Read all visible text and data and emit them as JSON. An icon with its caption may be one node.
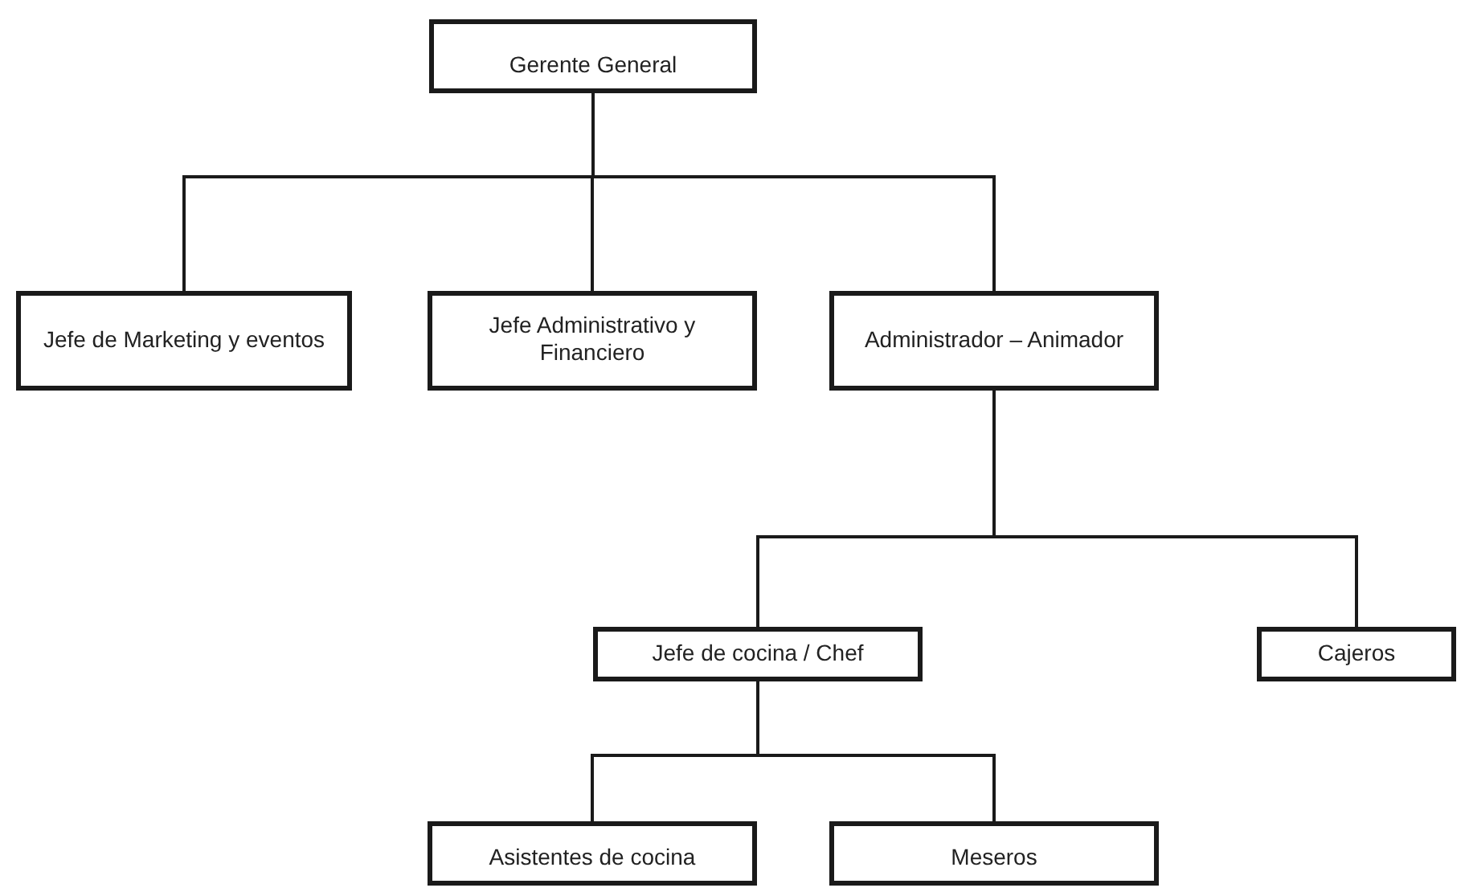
{
  "diagram": {
    "nodes": [
      {
        "text": [
          "Gerente General"
        ]
      },
      {
        "text": [
          "Jefe de Marketing y eventos"
        ]
      },
      {
        "text": [
          "Jefe Administrativo y Financiero"
        ]
      },
      {
        "text": [
          "Administrador – Animador"
        ]
      },
      {
        "text": [
          "Jefe de cocina / Chef"
        ]
      },
      {
        "text": [
          "Cajeros"
        ]
      },
      {
        "text": [
          "Asistentes de cocina"
        ]
      },
      {
        "text": [
          "Meseros"
        ]
      }
    ],
    "edges": [
      {
        "from": 0,
        "to": 1,
        "arrow": "none"
      },
      {
        "from": 0,
        "to": 2,
        "arrow": "none"
      },
      {
        "from": 0,
        "to": 3,
        "arrow": "none"
      },
      {
        "from": 3,
        "to": 4,
        "arrow": "none"
      },
      {
        "from": 3,
        "to": 5,
        "arrow": "none"
      },
      {
        "from": 4,
        "to": 6,
        "arrow": "none"
      },
      {
        "from": 4,
        "to": 7,
        "arrow": "none"
      }
    ]
  }
}
